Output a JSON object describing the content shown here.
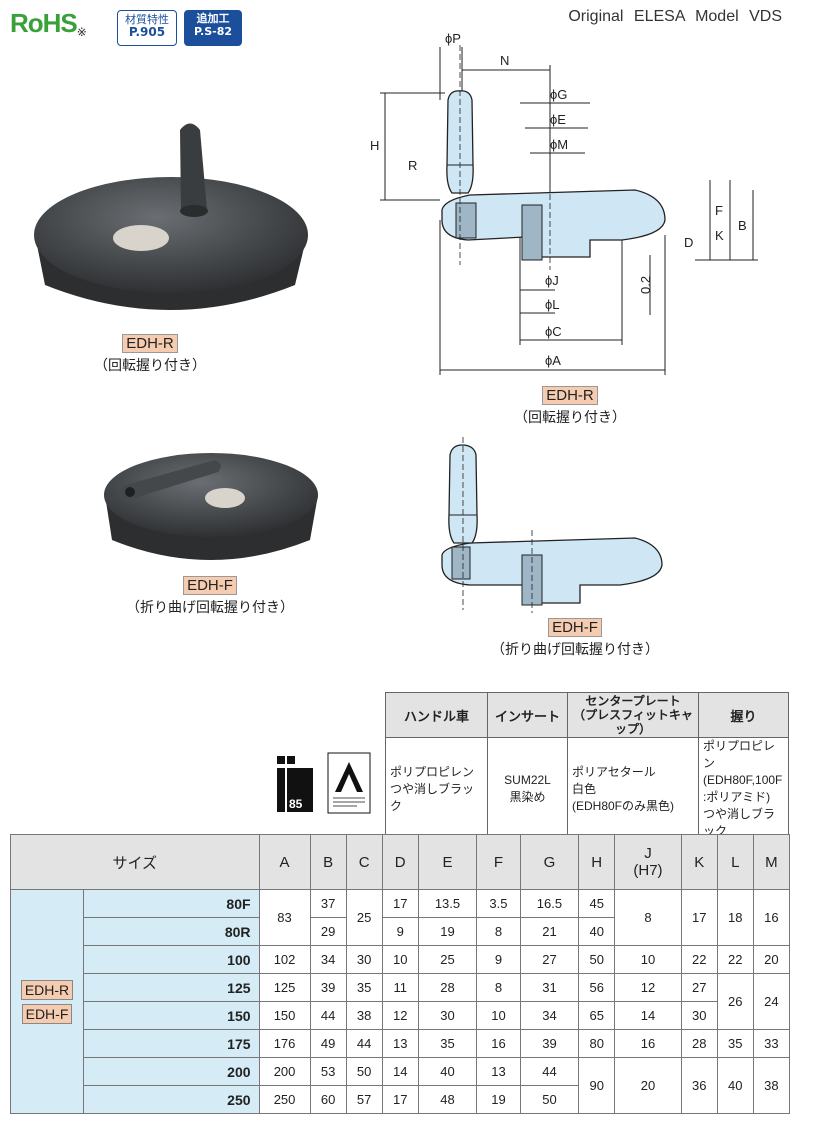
{
  "header": {
    "rohs_text": "RoHS",
    "rohs_mark": "※",
    "tag1_line1": "材質特性",
    "tag1_line2": "P.905",
    "tag2_line1": "追加工",
    "tag2_line2": "P.S-82",
    "model_title": "Original ELESA Model VDS"
  },
  "photos": [
    {
      "label": "EDH-R",
      "caption": "（回転握り付き）"
    },
    {
      "label": "EDH-F",
      "caption": "（折り曲げ回転握り付き）"
    }
  ],
  "drawings": [
    {
      "label": "EDH-R",
      "caption": "（回転握り付き）"
    },
    {
      "label": "EDH-F",
      "caption": "（折り曲げ回転握り付き）"
    }
  ],
  "dim_labels": {
    "P": "ϕP",
    "N": "N",
    "G": "ϕG",
    "E": "ϕE",
    "M": "ϕM",
    "H": "H",
    "R": "R",
    "F": "F",
    "K": "K",
    "B": "B",
    "D": "D",
    "J": "ϕJ",
    "L": "ϕL",
    "C": "ϕC",
    "A": "ϕA",
    "gap": "0.2"
  },
  "materials": {
    "headers": [
      "ハンドル車",
      "インサート",
      "センタープレート\n（プレスフィットキャップ）",
      "握り"
    ],
    "cells": [
      "ポリプロピレン\nつや消しブラック",
      "SUM22L\n黒染め",
      "ポリアセタール\n白色\n(EDH80Fのみ黒色)",
      "ポリプロピレン\n(EDH80F,100F\n:ポリアミド)\nつや消しブラック"
    ]
  },
  "logos": {
    "if_number": "85"
  },
  "spec": {
    "size_header": "サイズ",
    "columns": [
      "A",
      "B",
      "C",
      "D",
      "E",
      "F",
      "G",
      "H",
      "J\n(H7)",
      "K",
      "L",
      "M"
    ],
    "group_labels": [
      "EDH-R",
      "EDH-F"
    ],
    "rows": [
      [
        "80F",
        "83",
        "37",
        "25",
        "17",
        "13.5",
        "3.5",
        "16.5",
        "45",
        "8",
        "17",
        "18",
        "16"
      ],
      [
        "80R",
        "",
        "29",
        "",
        "9",
        "19",
        "8",
        "21",
        "40",
        "",
        "",
        "",
        ""
      ],
      [
        "100",
        "102",
        "34",
        "30",
        "10",
        "25",
        "9",
        "27",
        "50",
        "10",
        "22",
        "22",
        "20"
      ],
      [
        "125",
        "125",
        "39",
        "35",
        "11",
        "28",
        "8",
        "31",
        "56",
        "12",
        "27",
        "26",
        "24"
      ],
      [
        "150",
        "150",
        "44",
        "38",
        "12",
        "30",
        "10",
        "34",
        "65",
        "14",
        "30",
        "",
        ""
      ],
      [
        "175",
        "176",
        "49",
        "44",
        "13",
        "35",
        "16",
        "39",
        "80",
        "16",
        "28",
        "35",
        "33"
      ],
      [
        "200",
        "200",
        "53",
        "50",
        "14",
        "40",
        "13",
        "44",
        "90",
        "20",
        "36",
        "40",
        "38"
      ],
      [
        "250",
        "250",
        "60",
        "57",
        "17",
        "48",
        "19",
        "50",
        "",
        "",
        "",
        "",
        ""
      ]
    ]
  }
}
